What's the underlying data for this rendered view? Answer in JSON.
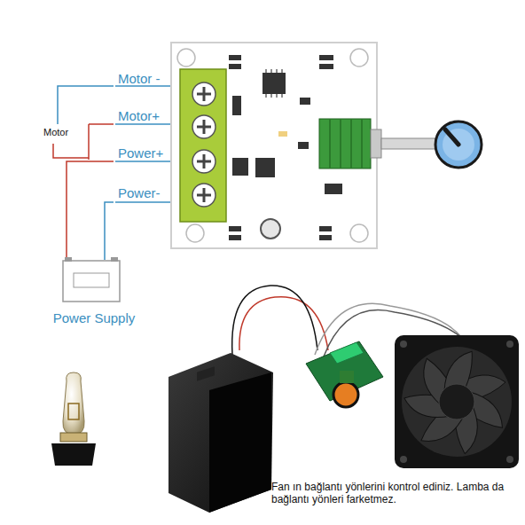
{
  "diagram": {
    "nodes": [
      {
        "text": [
          "Power Supply"
        ]
      }
    ],
    "labels": [
      "Motor -",
      "Motor+",
      "Power+",
      "Power-",
      "Motor",
      "Fan ın bağlantı yönlerini kontrol ediniz. Lamba da bağlantı yönleri farketmez."
    ]
  }
}
